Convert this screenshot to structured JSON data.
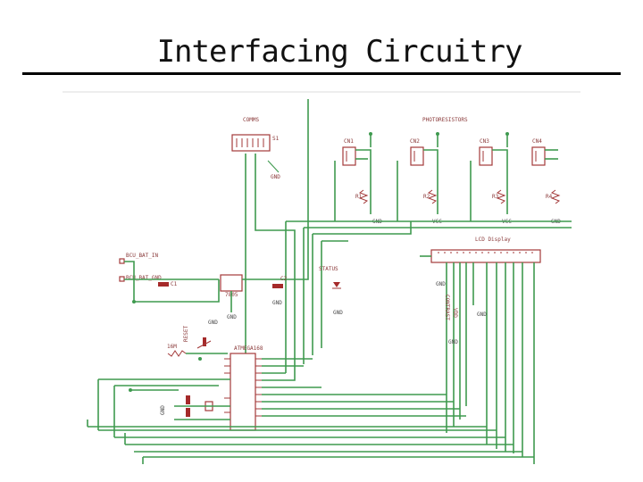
{
  "slide": {
    "title": "Interfacing Circuitry"
  },
  "schematic": {
    "colors": {
      "wire": "#3f9a4f",
      "part": "#a33a3a",
      "label": "#8a3a3a"
    },
    "labels": {
      "comms": "COMMS",
      "photoresistors": "PHOTORESISTORS",
      "lcd_display": "LCD Display",
      "mcu": "ATMEGA168",
      "bat_in": "BCU_BAT_IN",
      "bat_gnd": "BCU_BAT_GND",
      "contrast": "CONTRAST",
      "vdd": "VDD",
      "gnd": "GND",
      "vcc": "VCC",
      "c1": "C1",
      "c2": "C2",
      "vreg": "7805",
      "reset": "RESET",
      "xtal": "16M",
      "status_led": "STATUS",
      "s1": "S1",
      "r1": "R1",
      "r2": "R2",
      "r3": "R3",
      "r4": "R4",
      "cn1": "CN1",
      "cn2": "CN2",
      "cn3": "CN3",
      "cn4": "CN4"
    }
  }
}
